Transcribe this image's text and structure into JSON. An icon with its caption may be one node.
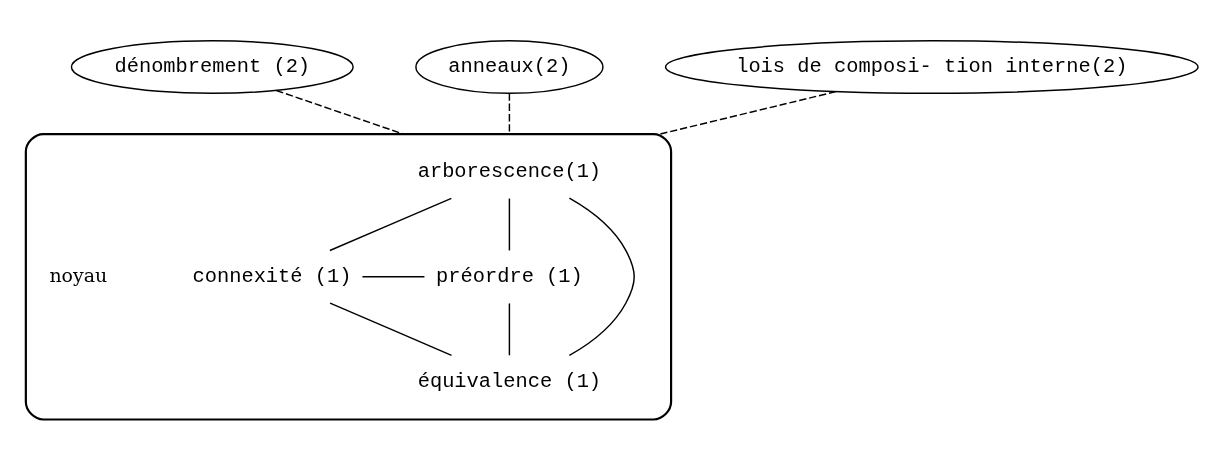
{
  "diagram": {
    "nodes": [
      {
        "text": [],
        "shape": "cloud"
      },
      {
        "text": [
          "dénombrement (2)"
        ]
      },
      {
        "text": [
          "arborescence(1)"
        ],
        "in": 0
      },
      {
        "text": [
          "anneaux(2)"
        ]
      },
      {
        "text": [
          "connexité (1)"
        ],
        "in": 0
      },
      {
        "text": [
          "préordre (1)"
        ],
        "in": 0
      },
      {
        "text": [
          "lois de composi- tion interne(2)"
        ]
      },
      {
        "text": [
          "équivalence (1)"
        ],
        "in": 0
      }
    ],
    "edges": [
      {
        "from": 1,
        "to": 0,
        "arrow": "none",
        "style": "dashed"
      },
      {
        "from": 3,
        "to": 0,
        "arrow": "none",
        "style": "dashed"
      },
      {
        "from": 6,
        "to": 0,
        "arrow": "none",
        "style": "dashed"
      },
      {
        "from": 2,
        "to": 4,
        "arrow": "none"
      },
      {
        "from": 2,
        "to": 5,
        "arrow": "none"
      },
      {
        "from": 4,
        "to": 7,
        "arrow": "none"
      },
      {
        "from": 5,
        "to": 7,
        "arrow": "none"
      },
      {
        "from": 2,
        "to": 7,
        "arrow": "none"
      },
      {
        "from": 4,
        "to": 5,
        "arrow": "none"
      }
    ],
    "labels": [
      "noyau"
    ]
  }
}
